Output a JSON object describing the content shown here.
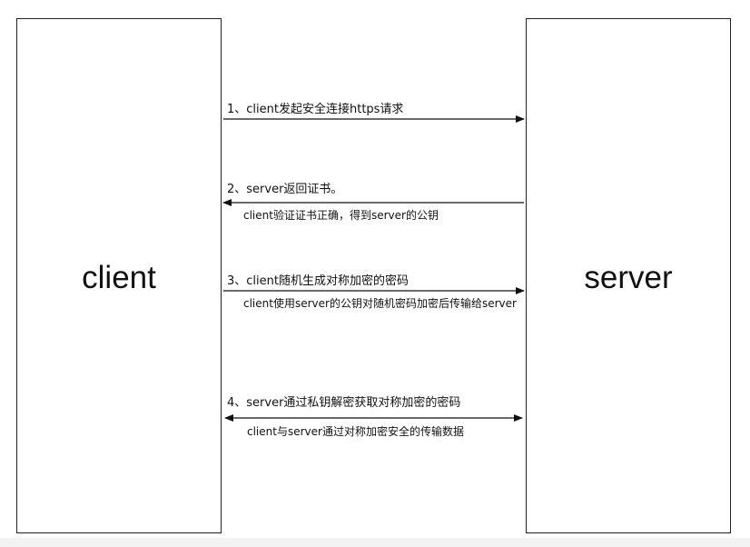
{
  "client": {
    "label": "client"
  },
  "server": {
    "label": "server"
  },
  "steps": [
    {
      "label": "1、client发起安全连接https请求",
      "note": "",
      "direction": "to-server"
    },
    {
      "label": "2、server返回证书。",
      "note": "client验证证书正确，得到server的公钥",
      "direction": "to-client"
    },
    {
      "label": "3、client随机生成对称加密的密码",
      "note": "client使用server的公钥对随机密码加密后传输给server",
      "direction": "to-server"
    },
    {
      "label": "4、server通过私钥解密获取对称加密的密码",
      "note": "client与server通过对称加密安全的传输数据",
      "direction": "both"
    }
  ]
}
